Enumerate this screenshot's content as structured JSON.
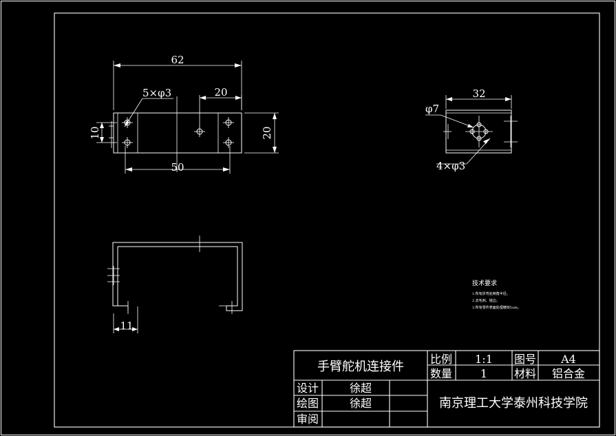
{
  "dims": {
    "top_length": "62",
    "hole_spacing": "20",
    "holes_top": "5×φ3",
    "left_height": "10",
    "right_height": "20",
    "bottom_length": "50",
    "side_width": "32",
    "center_hole": "φ7",
    "holes_side": "4×φ3",
    "flange": "11"
  },
  "tech": {
    "title": "技术要求",
    "lines": [
      "1.所有折弯处倒角半径。",
      "2.去毛刺、锐边。",
      "3.所有零件表面处理镀锌5um。"
    ]
  },
  "title_block": {
    "part_name": "手臂舵机连接件",
    "scale_label": "比例",
    "scale_value": "1:1",
    "drawing_no_label": "图号",
    "drawing_no_value": "A4",
    "qty_label": "数量",
    "qty_value": "1",
    "material_label": "材料",
    "material_value": "铝合金",
    "design_label": "设计",
    "design_value": "徐超",
    "draw_label": "绘图",
    "draw_value": "徐超",
    "review_label": "审阅",
    "review_value": "",
    "school": "南京理工大学泰州科技学院"
  }
}
